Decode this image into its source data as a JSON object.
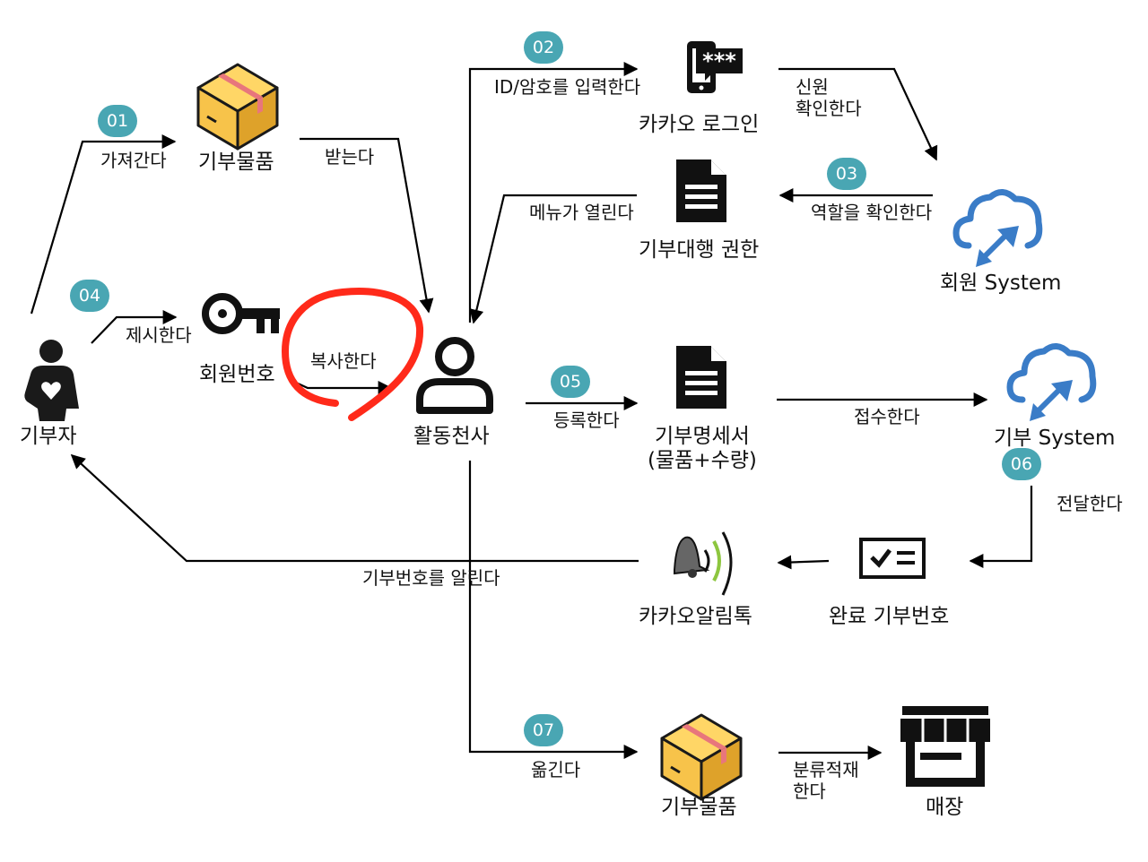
{
  "colors": {
    "badge": "#49a6b3",
    "cloud": "#3a7cc7",
    "box_main": "#f7c34a",
    "box_dark": "#b07a10",
    "tape": "#e8767c",
    "wave": "#8dc63f",
    "highlight": "#ff2a1a",
    "arrow": "#000000"
  },
  "badges": [
    "01",
    "02",
    "03",
    "04",
    "05",
    "06",
    "07"
  ],
  "nodes": {
    "donor": "기부자",
    "goods_top": "기부물품",
    "member_number": "회원번호",
    "volunteer": "활동천사",
    "kakao_login": "카카오 로그인",
    "proxy_auth": "기부대행 권한",
    "member_system": "회원 System",
    "statement_line1": "기부명세서",
    "statement_line2": "(물품+수량)",
    "donation_system": "기부 System",
    "kakao_alimtalk": "카카오알림톡",
    "done_number": "완료 기부번호",
    "goods_bottom": "기부물품",
    "store": "매장"
  },
  "verbs": {
    "take": "가져간다",
    "receive": "받는다",
    "enter_id": "ID/암호를 입력한다",
    "confirm_line1": "신원",
    "confirm_line2": "확인한다",
    "menu_open": "메뉴가 열린다",
    "check_role": "역할을 확인한다",
    "present": "제시한다",
    "copy": "복사한다",
    "register": "등록한다",
    "accept": "접수한다",
    "deliver": "전달한다",
    "notify": "기부번호를 알린다",
    "move": "옮긴다",
    "sort_line1": "분류적재",
    "sort_line2": "한다"
  },
  "icons": {
    "donor": "donor-heart-icon",
    "goods": "parcel-box-icon",
    "key": "key-icon",
    "volunteer": "user-icon",
    "login": "phone-password-icon",
    "document": "document-icon",
    "cloud": "cloud-sync-icon",
    "bell": "bell-notification-icon",
    "checklist": "checklist-icon",
    "store": "store-icon"
  }
}
